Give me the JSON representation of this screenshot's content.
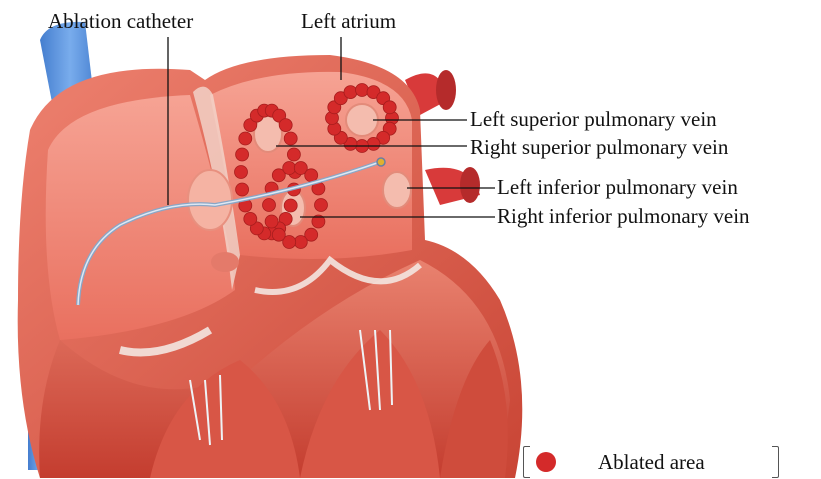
{
  "labels": {
    "ablation_catheter": "Ablation catheter",
    "left_atrium": "Left atrium",
    "left_superior_pv": "Left superior pulmonary vein",
    "right_superior_pv": "Right superior pulmonary vein",
    "left_inferior_pv": "Left inferior pulmonary vein",
    "right_inferior_pv": "Right inferior pulmonary vein"
  },
  "legend": {
    "ablated_area": "Ablated area"
  },
  "colors": {
    "ablation_dot": "#d42a2a",
    "vein_blue": "#3d7fd6",
    "artery_red": "#d83a3a",
    "chamber_wall": "#e86a5c",
    "chamber_inner": "#f08c7c",
    "leader_line": "#111111"
  }
}
